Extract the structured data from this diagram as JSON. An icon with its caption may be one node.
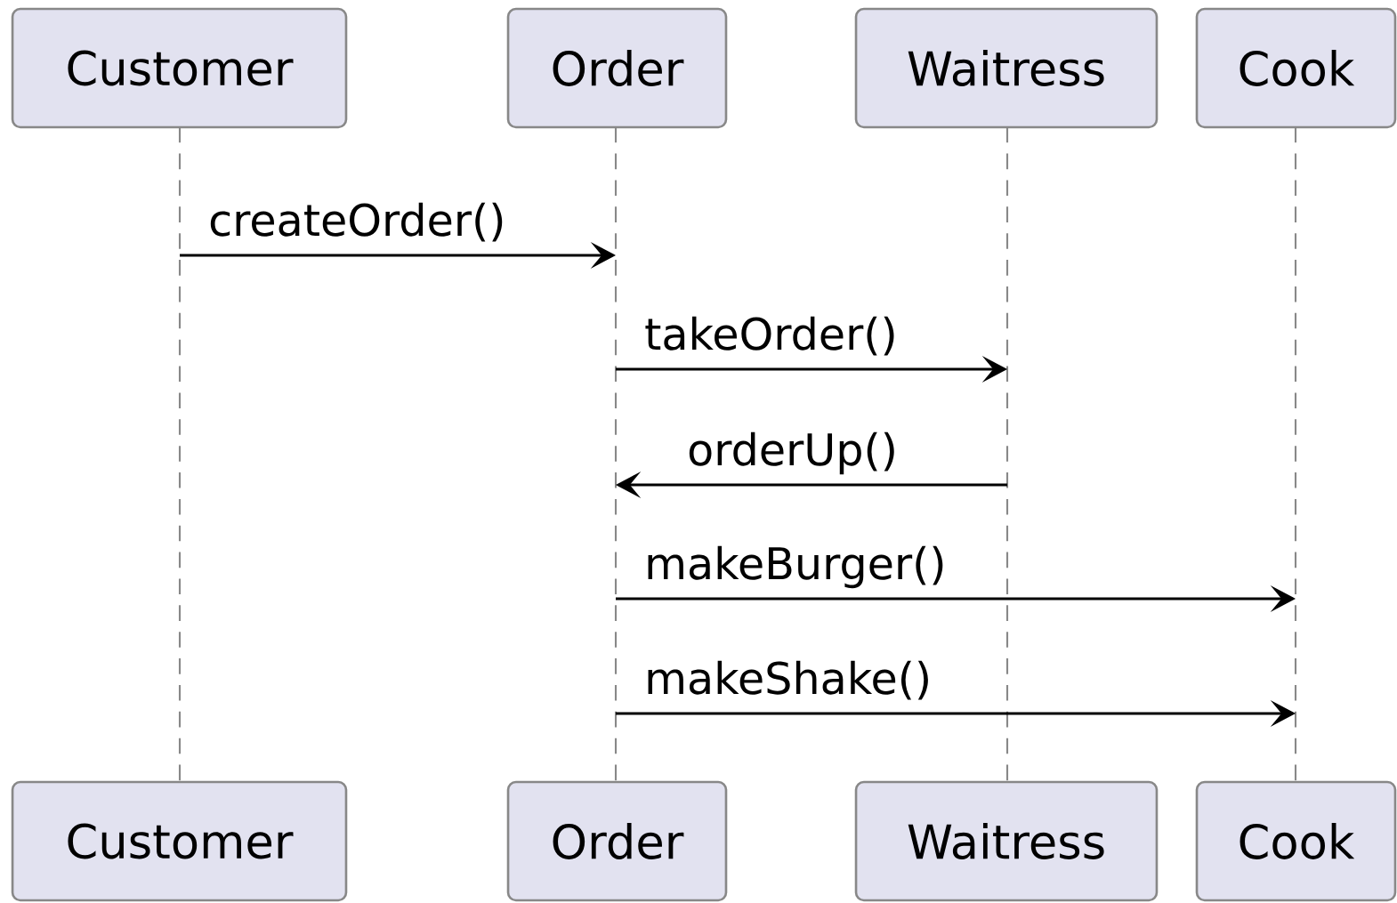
{
  "diagram": {
    "nodes": [
      {
        "text": [
          "Customer"
        ]
      },
      {
        "text": [
          "Order"
        ]
      },
      {
        "text": [
          "Waitress"
        ]
      },
      {
        "text": [
          "Cook"
        ]
      },
      {
        "text": [
          "Customer"
        ]
      },
      {
        "text": [
          "Order"
        ]
      },
      {
        "text": [
          "Waitress"
        ]
      },
      {
        "text": [
          "Cook"
        ]
      },
      {
        "text": [],
        "shape": "line"
      },
      {
        "text": [],
        "shape": "line"
      },
      {
        "text": [],
        "shape": "line"
      },
      {
        "text": [],
        "shape": "line"
      }
    ],
    "edges": [
      {
        "from": 8,
        "to": 9,
        "arrow": "to",
        "label": "createOrder()"
      },
      {
        "from": 9,
        "to": 10,
        "arrow": "to",
        "label": "takeOrder()"
      },
      {
        "from": 10,
        "to": 9,
        "arrow": "to",
        "label": "orderUp()"
      },
      {
        "from": 9,
        "to": 11,
        "arrow": "to",
        "label": "makeBurger()"
      },
      {
        "from": 9,
        "to": 11,
        "arrow": "to",
        "label": "makeShake()"
      }
    ]
  }
}
